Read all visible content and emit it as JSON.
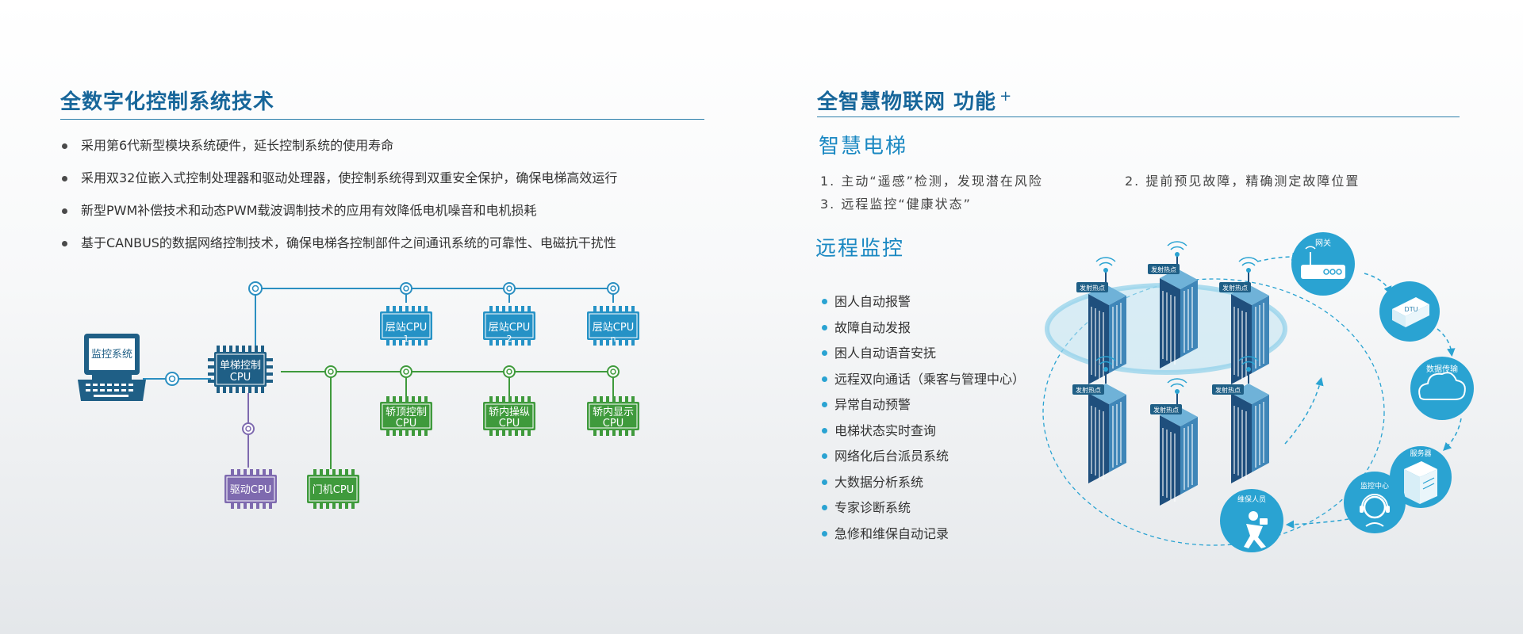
{
  "left": {
    "title": "全数字化控制系统技术",
    "bullets": [
      "采用第6代新型模块系统硬件，延长控制系统的使用寿命",
      "采用双32位嵌入式控制处理器和驱动处理器，使控制系统得到双重安全保护，确保电梯高效运行",
      "新型PWM补偿技术和动态PWM载波调制技术的应用有效降低电机噪音和电机损耗",
      "基于CANBUS的数据网络控制技术，确保电梯各控制部件之间通讯系统的可靠性、电磁抗干扰性"
    ],
    "diagram": {
      "monitor": "监控系统",
      "main_cpu": [
        "单梯控制",
        "CPU"
      ],
      "drive_cpu": "驱动CPU",
      "door_cpu": "门机CPU",
      "hall_cpus": [
        [
          "层站CPU",
          "1"
        ],
        [
          "层站CPU",
          "2"
        ],
        [
          "层站CPU",
          "n"
        ]
      ],
      "car_cpus": [
        [
          "轿顶控制",
          "CPU"
        ],
        [
          "轿内操纵",
          "CPU"
        ],
        [
          "轿内显示",
          "CPU"
        ]
      ]
    }
  },
  "right": {
    "title": "全智慧物联网 功能",
    "title_sup": "+",
    "smart_title": "智慧电梯",
    "smart_features": [
      "1. 主动“遥感”检测，发现潜在风险",
      "2. 提前预见故障，精确测定故障位置",
      "3. 远程监控“健康状态”"
    ],
    "remote_title": "远程监控",
    "remote_items": [
      "困人自动报警",
      "故障自动发报",
      "困人自动语音安抚",
      "远程双向通话（乘客与管理中心）",
      "异常自动预警",
      "电梯状态实时查询",
      "网络化后台派员系统",
      "大数据分析系统",
      "专家诊断系统",
      "急修和维保自动记录"
    ],
    "network": {
      "gateway": "网关",
      "dtu": "DTU",
      "transfer": "数据传输",
      "server": "服务器",
      "center": "监控中心",
      "staff": "维保人员",
      "tag": "发射热点"
    }
  },
  "colors": {
    "title": "#17669a",
    "accent": "#1a88c2",
    "bus_blue": "#2b8fc1",
    "bus_green": "#3f9a3c",
    "cpu_blue": "#2592c6",
    "cpu_green": "#3f9a3c",
    "cpu_purple": "#7e6aaf",
    "dark_blue": "#1f5f86",
    "circle": "#2aa3d2"
  }
}
